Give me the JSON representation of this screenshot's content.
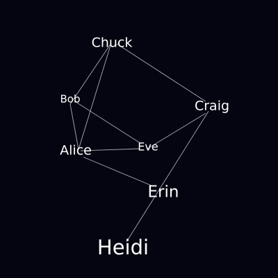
{
  "graph": {
    "nodes": [
      {
        "id": "chuck",
        "label": "Chuck"
      },
      {
        "id": "bob",
        "label": "Bob"
      },
      {
        "id": "craig",
        "label": "Craig"
      },
      {
        "id": "alice",
        "label": "Alice"
      },
      {
        "id": "eve",
        "label": "Eve"
      },
      {
        "id": "erin",
        "label": "Erin"
      },
      {
        "id": "heidi",
        "label": "Heidi"
      }
    ],
    "edges": [
      {
        "source": "chuck",
        "target": "bob"
      },
      {
        "source": "chuck",
        "target": "alice"
      },
      {
        "source": "chuck",
        "target": "craig"
      },
      {
        "source": "bob",
        "target": "alice"
      },
      {
        "source": "bob",
        "target": "eve"
      },
      {
        "source": "alice",
        "target": "eve"
      },
      {
        "source": "alice",
        "target": "erin"
      },
      {
        "source": "eve",
        "target": "craig"
      },
      {
        "source": "craig",
        "target": "heidi"
      }
    ],
    "colors": {
      "background": "#050511",
      "edge": "#c9c9d4",
      "label": "#ffffff"
    }
  }
}
